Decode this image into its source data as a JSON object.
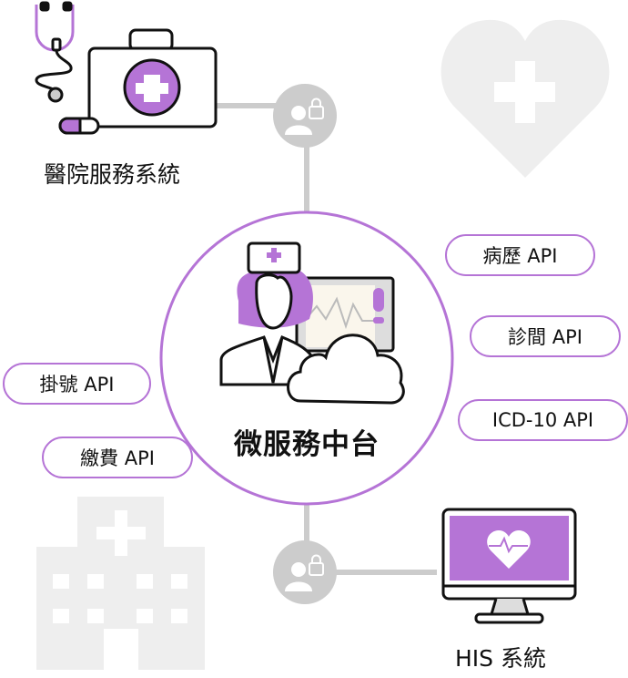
{
  "hub": {
    "title": "微服務中台"
  },
  "systems": {
    "hospital_service": "醫院服務系統",
    "his": "HIS 系統"
  },
  "apis": {
    "medical_record": "病歷 API",
    "clinic": "診間 API",
    "icd10": "ICD-10 API",
    "registration": "掛號 API",
    "payment": "繳費 API"
  },
  "colors": {
    "accent": "#b574d6",
    "connector": "#cccccc",
    "ghost": "#eeeeee"
  }
}
